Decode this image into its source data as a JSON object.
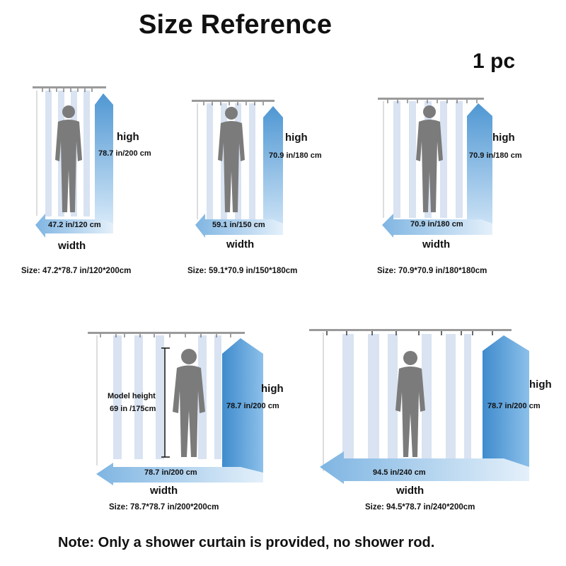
{
  "title": "Size Reference",
  "quantity": "1 pc",
  "note": "Note: Only a shower curtain is provided, no shower rod.",
  "labels": {
    "high": "high",
    "width": "width",
    "model_height": "Model height",
    "model_height_value": "69 in /175cm"
  },
  "colors": {
    "arrow_dark": "#5b9fd6",
    "arrow_light": "#dcecf9",
    "figure": "#7b7b7b",
    "stripe": "#d9e3f2",
    "rod": "#9a9a9a"
  },
  "panels": [
    {
      "height_text": "78.7 in/200 cm",
      "width_text": "47.2 in/120 cm",
      "size_text": "Size: 47.2*78.7 in/120*200cm"
    },
    {
      "height_text": "70.9 in/180 cm",
      "width_text": "59.1 in/150 cm",
      "size_text": "Size: 59.1*70.9 in/150*180cm"
    },
    {
      "height_text": "70.9 in/180 cm",
      "width_text": "70.9 in/180 cm",
      "size_text": "Size: 70.9*70.9 in/180*180cm"
    },
    {
      "height_text": "78.7 in/200 cm",
      "width_text": "78.7 in/200 cm",
      "size_text": "Size: 78.7*78.7 in/200*200cm"
    },
    {
      "height_text": "78.7 in/200 cm",
      "width_text": "94.5 in/240 cm",
      "size_text": "Size: 94.5*78.7 in/240*200cm"
    }
  ]
}
